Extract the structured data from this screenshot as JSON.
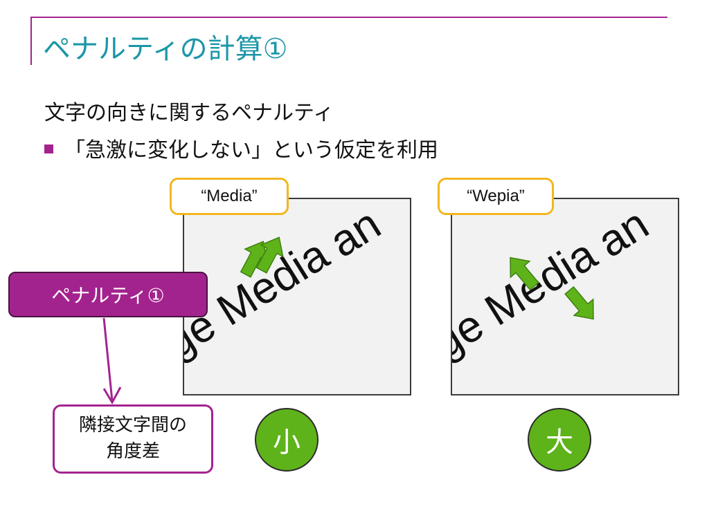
{
  "title": "ペナルティの計算①",
  "subheading": "文字の向きに関するペナルティ",
  "bullet": "「急激に変化しない」という仮定を利用",
  "panels": [
    {
      "tag": "“Media”",
      "text_line1": "ge Media",
      "text_line2": "an",
      "rating": "小"
    },
    {
      "tag": "“Wepia”",
      "text_line1": "ge Media",
      "text_line2": "an",
      "rating": "大"
    }
  ],
  "callout": "ペナルティ①",
  "note": {
    "line1": "隣接文字間の",
    "line2": "角度差"
  },
  "colors": {
    "accent_purple": "#a3238e",
    "title_teal": "#1b96a8",
    "arrow_green": "#5eb31a",
    "tag_border": "#f2b61f"
  },
  "icons": [
    "up-arrow-icon",
    "down-arrow-icon"
  ]
}
